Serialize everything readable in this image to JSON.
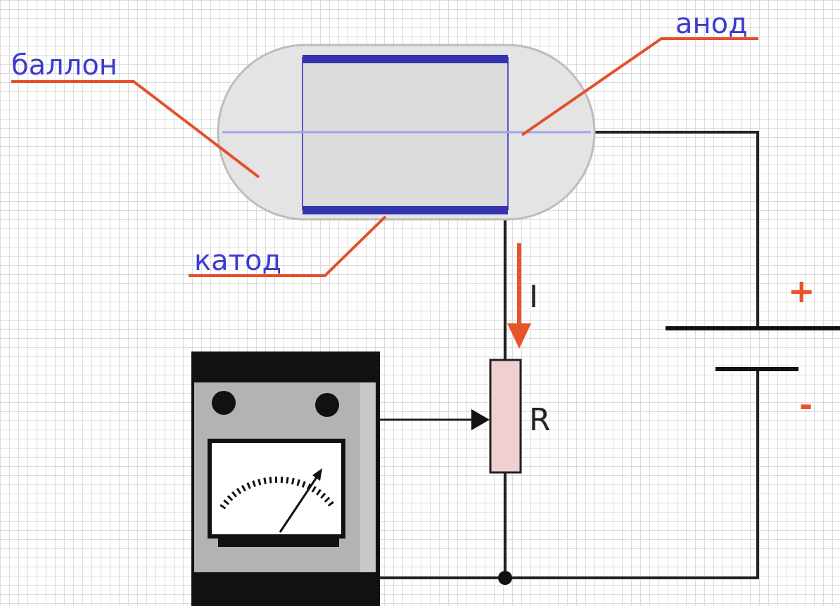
{
  "labels": {
    "balloon": "баллон",
    "anode": "анод",
    "cathode": "катод",
    "current": "I",
    "resistor": "R",
    "plus": "+",
    "minus": "-"
  },
  "colors": {
    "leader_line": "#e4502a",
    "label_text": "#3b3bd0",
    "electrode": "#3434b0",
    "axis_line": "#a4a4e6",
    "wire": "#222222",
    "resistor_fill": "#efcfcf",
    "current_arrow": "#e8542a"
  },
  "icons": {
    "meter": "voltmeter-icon",
    "tube": "photocell-tube-icon",
    "battery": "battery-icon"
  }
}
